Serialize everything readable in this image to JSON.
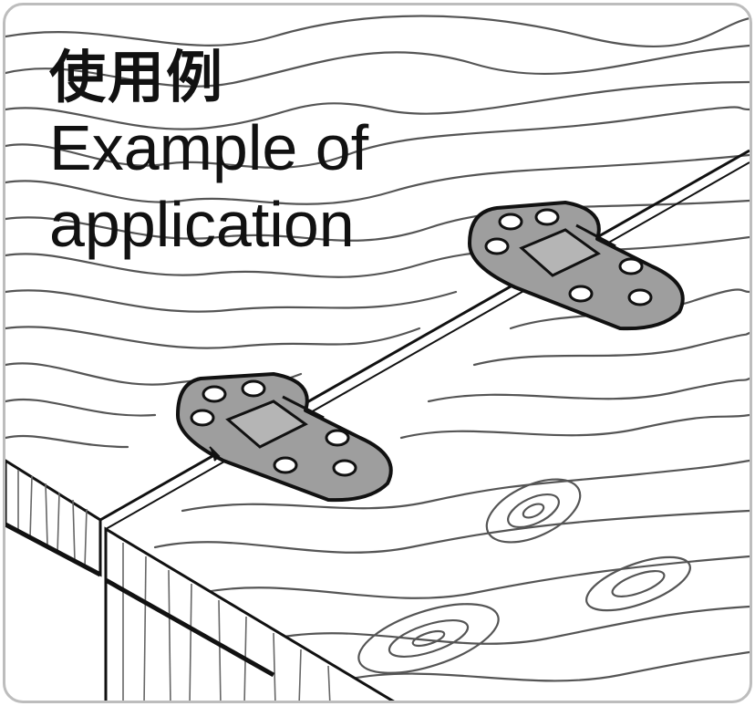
{
  "caption": {
    "title_jp": "使用例",
    "title_en_line1": "Example of",
    "title_en_line2": "application"
  },
  "colors": {
    "frame_border": "#bdbdbd",
    "wood_line": "#555555",
    "hinge_fill": "#9e9e9e",
    "hinge_stroke": "#111111"
  },
  "icons": [
    "wood-grain",
    "flap-hinge-plate",
    "screw-hole"
  ]
}
